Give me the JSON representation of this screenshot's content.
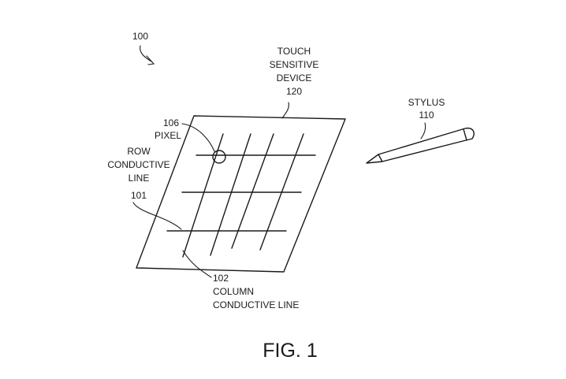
{
  "figure": {
    "ref_main": "100",
    "caption": "FIG. 1"
  },
  "device": {
    "line1": "TOUCH",
    "line2": "SENSITIVE",
    "line3": "DEVICE",
    "ref": "120"
  },
  "stylus": {
    "name": "STYLUS",
    "ref": "110"
  },
  "pixel": {
    "ref": "106",
    "name": "PIXEL"
  },
  "row_line": {
    "line1": "ROW",
    "line2": "CONDUCTIVE",
    "line3": "LINE",
    "ref": "101"
  },
  "column_line": {
    "ref": "102",
    "line1": "COLUMN",
    "line2": "CONDUCTIVE LINE"
  }
}
